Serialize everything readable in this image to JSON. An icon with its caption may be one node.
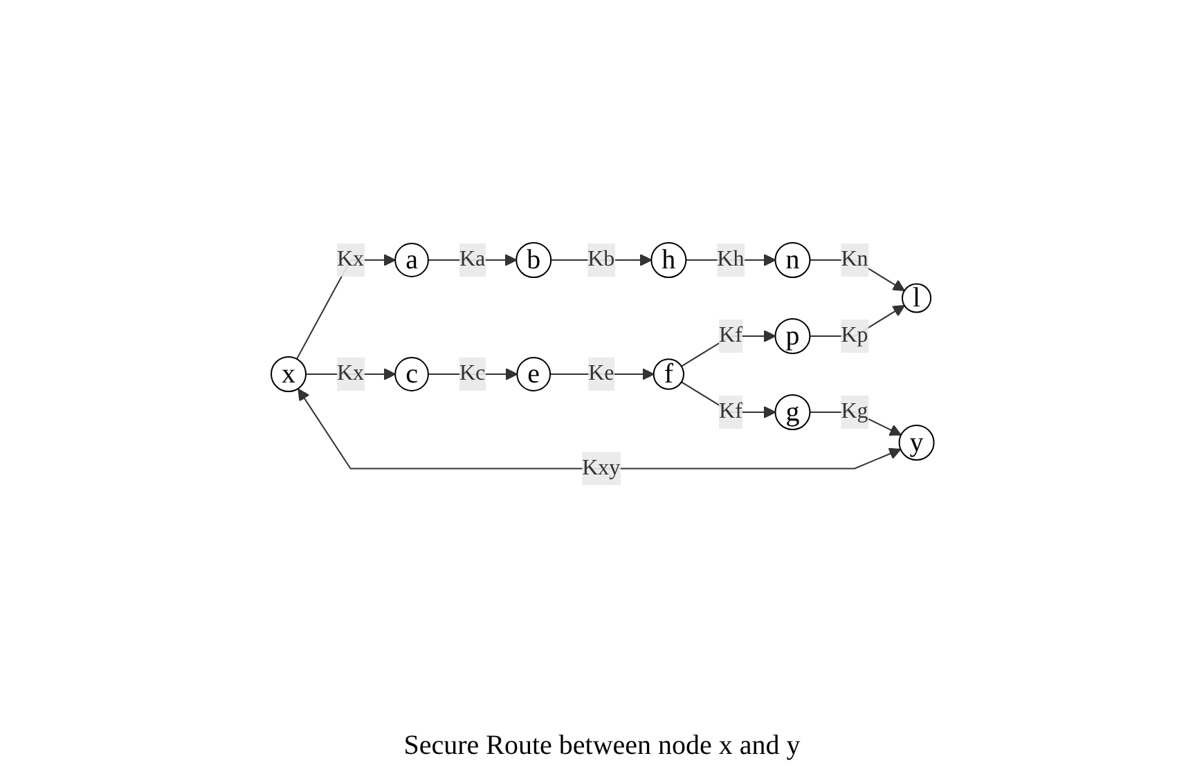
{
  "diagram": {
    "nodes": [
      {
        "text": [
          "x"
        ]
      },
      {
        "text": [
          "a"
        ]
      },
      {
        "text": [
          "b"
        ]
      },
      {
        "text": [
          "h"
        ]
      },
      {
        "text": [
          "n"
        ]
      },
      {
        "text": [
          "l"
        ]
      },
      {
        "text": [
          "p"
        ]
      },
      {
        "text": [
          "c"
        ]
      },
      {
        "text": [
          "e"
        ]
      },
      {
        "text": [
          "f"
        ]
      },
      {
        "text": [
          "g"
        ]
      },
      {
        "text": [
          "y"
        ]
      }
    ],
    "edges": [
      {
        "from": 0,
        "to": 1,
        "arrow": "to",
        "label": "Kx"
      },
      {
        "from": 1,
        "to": 2,
        "arrow": "to",
        "label": "Ka"
      },
      {
        "from": 2,
        "to": 3,
        "arrow": "to",
        "label": "Kb"
      },
      {
        "from": 3,
        "to": 4,
        "arrow": "to",
        "label": "Kh"
      },
      {
        "from": 4,
        "to": 5,
        "arrow": "to",
        "label": "Kn"
      },
      {
        "from": 6,
        "to": 5,
        "arrow": "to",
        "label": "Kp"
      },
      {
        "from": 9,
        "to": 6,
        "arrow": "to",
        "label": "Kf"
      },
      {
        "from": 0,
        "to": 7,
        "arrow": "to",
        "label": "Kx"
      },
      {
        "from": 7,
        "to": 8,
        "arrow": "to",
        "label": "Kc"
      },
      {
        "from": 8,
        "to": 9,
        "arrow": "to",
        "label": "Ke"
      },
      {
        "from": 9,
        "to": 10,
        "arrow": "to",
        "label": "Kf"
      },
      {
        "from": 10,
        "to": 11,
        "arrow": "to",
        "label": "Kg"
      },
      {
        "from": 0,
        "to": 11,
        "arrow": "both",
        "label": "Kxy"
      }
    ],
    "labels": [
      "Secure Route between node x and y"
    ]
  }
}
